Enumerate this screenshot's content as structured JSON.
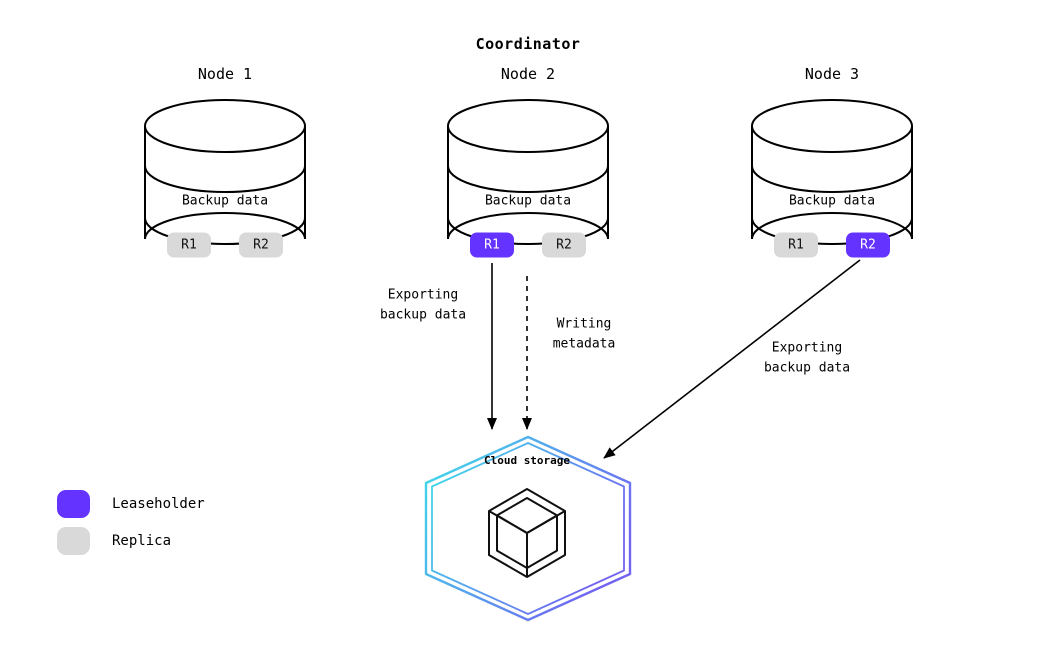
{
  "title": "Coordinator",
  "nodes": [
    {
      "label": "Node 1",
      "storage_label": "Backup data",
      "replicas": [
        {
          "label": "R1",
          "role": "replica"
        },
        {
          "label": "R2",
          "role": "replica"
        }
      ]
    },
    {
      "label": "Node 2",
      "storage_label": "Backup data",
      "replicas": [
        {
          "label": "R1",
          "role": "leaseholder"
        },
        {
          "label": "R2",
          "role": "replica"
        }
      ]
    },
    {
      "label": "Node 3",
      "storage_label": "Backup data",
      "replicas": [
        {
          "label": "R1",
          "role": "replica"
        },
        {
          "label": "R2",
          "role": "leaseholder"
        }
      ]
    }
  ],
  "arrows": [
    {
      "label": "Exporting\nbackup data",
      "style": "solid",
      "from": "Node 2 R1",
      "to": "Cloud storage"
    },
    {
      "label": "Writing\nmetadata",
      "style": "dashed",
      "from": "Node 2",
      "to": "Cloud storage"
    },
    {
      "label": "Exporting\nbackup data",
      "style": "solid",
      "from": "Node 3 R2",
      "to": "Cloud storage"
    }
  ],
  "cloud_storage": {
    "label": "Cloud storage"
  },
  "legend": [
    {
      "label": "Leaseholder",
      "role": "leaseholder"
    },
    {
      "label": "Replica",
      "role": "replica"
    }
  ],
  "colors": {
    "leaseholder": "#6533ff",
    "replica": "#d9d9d9",
    "arrow": "#000000",
    "hex_grad_start": "#3be1e8",
    "hex_grad_end": "#7264f2"
  }
}
